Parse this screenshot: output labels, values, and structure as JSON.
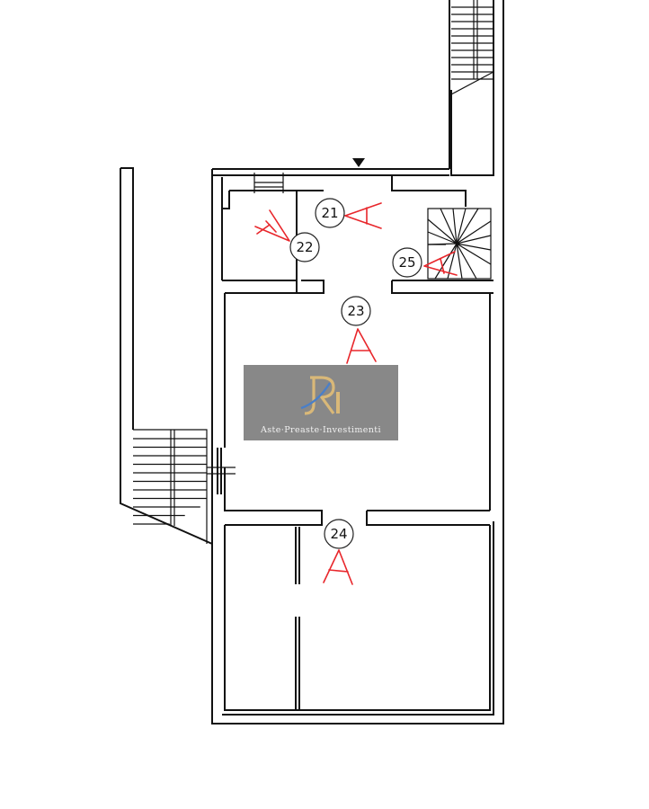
{
  "rooms": [
    {
      "id": "21",
      "label": "21"
    },
    {
      "id": "22",
      "label": "22"
    },
    {
      "id": "23",
      "label": "23"
    },
    {
      "id": "24",
      "label": "24"
    },
    {
      "id": "25",
      "label": "25"
    }
  ],
  "watermark": {
    "brand": "Aste·Preaste·Investimenti",
    "logo_letters": "RI"
  },
  "colors": {
    "walls": "#111111",
    "camera_marks": "#e8262b",
    "watermark_bg": "#6e6e6e"
  }
}
